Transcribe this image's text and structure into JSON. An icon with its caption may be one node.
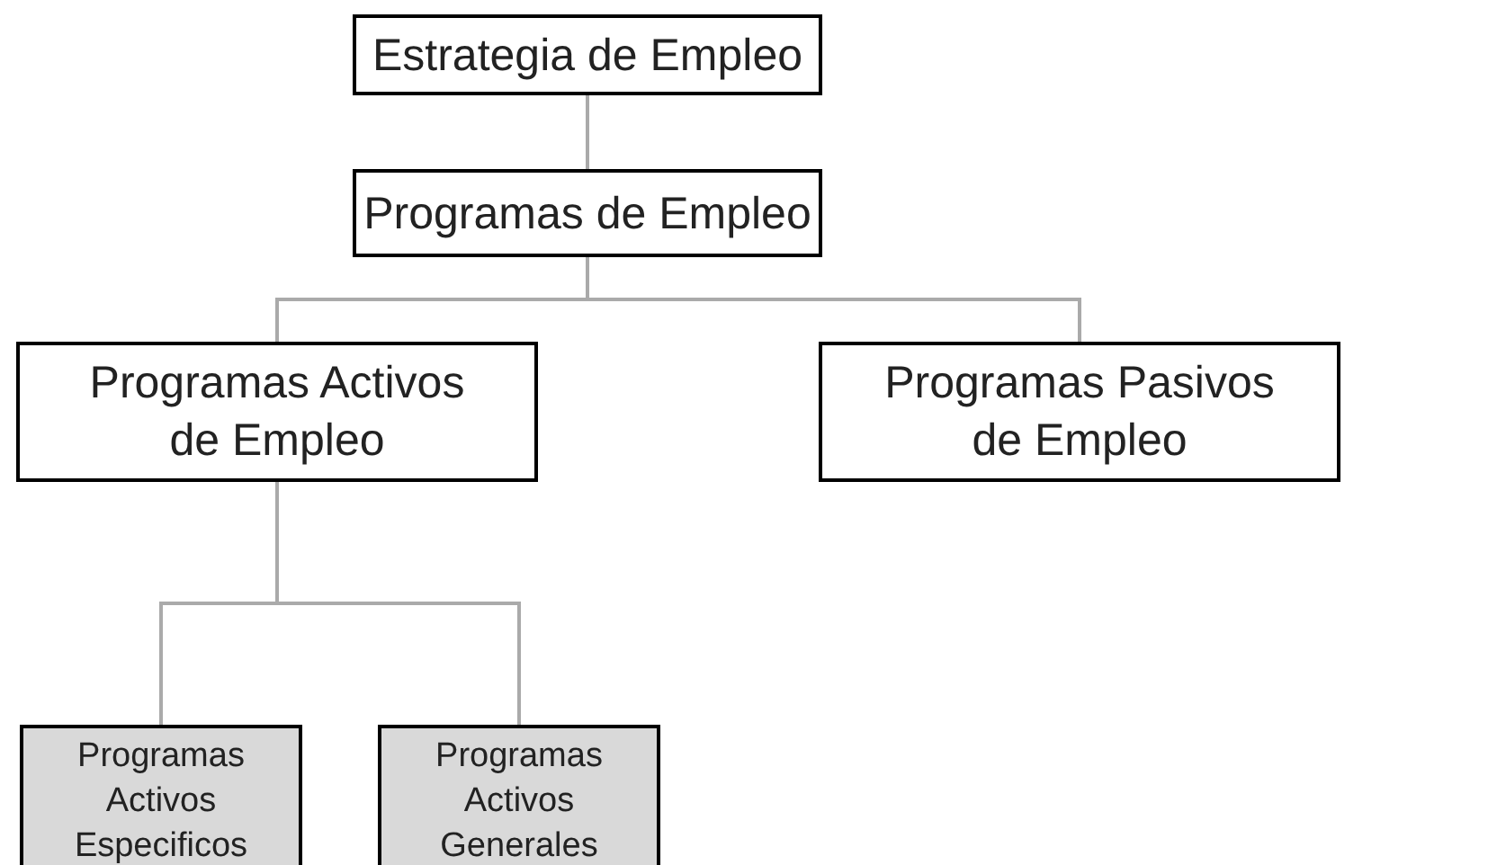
{
  "diagram": {
    "nodes": [
      {
        "text": [
          "Estrategia de Empleo"
        ]
      },
      {
        "text": [
          "Programas de Empleo"
        ]
      },
      {
        "text": [
          "Programas Activos de Empleo"
        ]
      },
      {
        "text": [
          "Programas Pasivos de Empleo"
        ]
      },
      {
        "text": [
          "Programas Activos Especificos"
        ]
      },
      {
        "text": [
          "Programas Activos Generales"
        ]
      }
    ],
    "edges": [
      {
        "from": 0,
        "to": 1,
        "arrow": "none"
      },
      {
        "from": 1,
        "to": 2,
        "arrow": "none"
      },
      {
        "from": 1,
        "to": 3,
        "arrow": "none"
      },
      {
        "from": 2,
        "to": 4,
        "arrow": "none"
      },
      {
        "from": 2,
        "to": 5,
        "arrow": "none"
      }
    ]
  }
}
